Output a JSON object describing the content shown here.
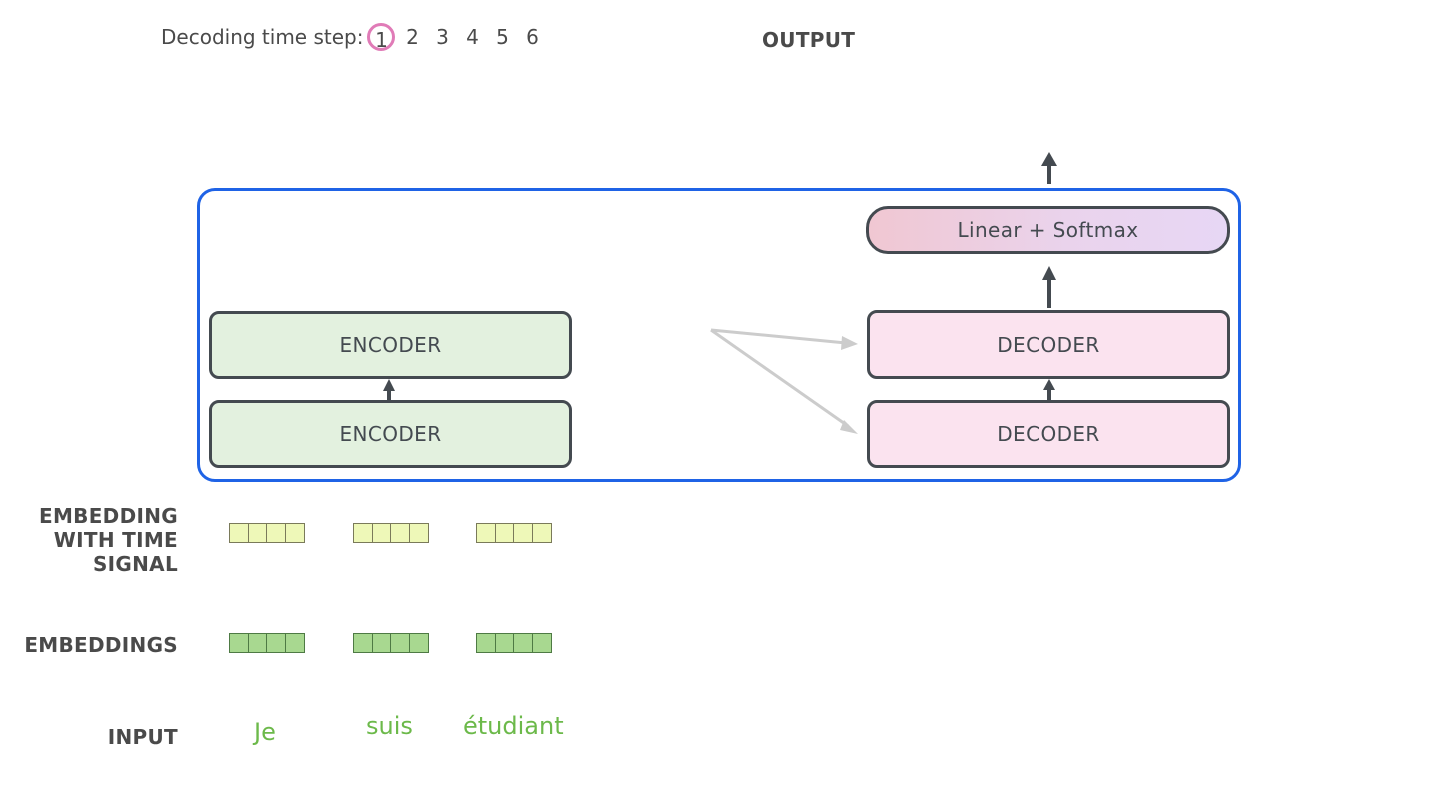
{
  "header": {
    "timestep_label": "Decoding time step:",
    "steps": [
      "1",
      "2",
      "3",
      "4",
      "5",
      "6"
    ],
    "active_step": "1",
    "output_label": "OUTPUT"
  },
  "blocks": {
    "encoder_top": "ENCODER",
    "encoder_bottom": "ENCODER",
    "decoder_top": "DECODER",
    "decoder_bottom": "DECODER",
    "linear_softmax": "Linear + Softmax"
  },
  "row_labels": {
    "embedding_with_time_signal": [
      "EMBEDDING",
      "WITH TIME",
      "SIGNAL"
    ],
    "embeddings": "EMBEDDINGS",
    "input": "INPUT"
  },
  "input_words": [
    "Je",
    "suis",
    "étudiant"
  ],
  "colors": {
    "container_border": "#1f63e6",
    "encoder_fill": "#e3f1df",
    "decoder_fill": "#fbe3ef",
    "active_step_ring": "#e07bb7",
    "input_word": "#6cb94a",
    "time_signal_vector": "#eef8b8",
    "embedding_vector": "#a8d890"
  }
}
